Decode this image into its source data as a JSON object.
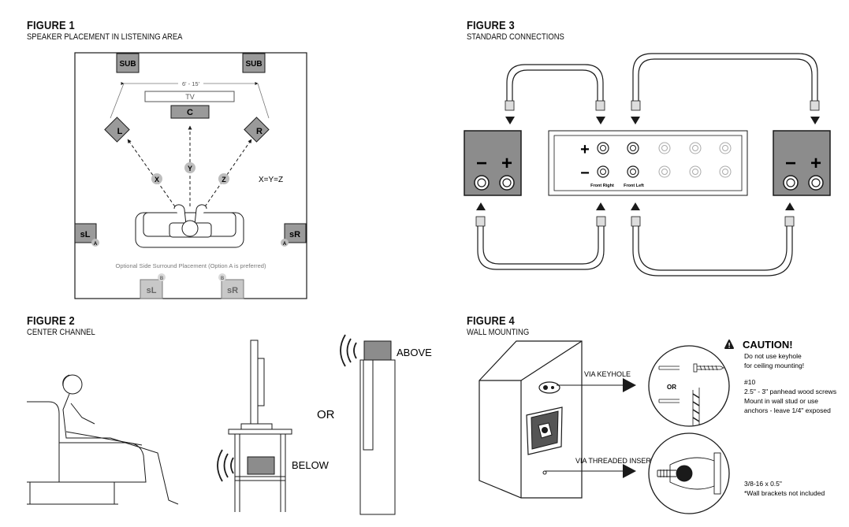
{
  "figure1": {
    "title": "FIGURE 1",
    "subtitle": "SPEAKER PLACEMENT IN LISTENING AREA",
    "sub_left": "SUB",
    "sub_right": "SUB",
    "distance": "6' - 15'",
    "tv": "TV",
    "center": "C",
    "left": "L",
    "right": "R",
    "x": "X",
    "y": "Y",
    "z": "Z",
    "equation": "X=Y=Z",
    "surround_left": "sL",
    "surround_right": "sR",
    "option_a": "A",
    "option_b": "B",
    "optional_note": "Optional Side Surround Placement (Option A is preferred)",
    "alt_surround_left": "sL",
    "alt_surround_right": "sR"
  },
  "figure2": {
    "title": "FIGURE 2",
    "subtitle": "CENTER CHANNEL",
    "above": "ABOVE",
    "or": "OR",
    "below": "BELOW"
  },
  "figure3": {
    "title": "FIGURE 3",
    "subtitle": "STANDARD CONNECTIONS",
    "plus": "+",
    "minus": "−",
    "front_right": "Front Right",
    "front_left": "Front Left"
  },
  "figure4": {
    "title": "FIGURE 4",
    "subtitle": "WALL MOUNTING",
    "via_keyhole": "VIA KEYHOLE",
    "via_threaded": "VIA THREADED INSERT",
    "or": "OR",
    "caution": "CAUTION!",
    "caution_line1": "Do not use keyhole",
    "caution_line2": "for ceiling mounting!",
    "screw_1": "#10",
    "screw_2": "2.5\" - 3\" panhead wood screws",
    "screw_3": "Mount in wall stud or use",
    "screw_4": "anchors - leave 1/4\" exposed",
    "insert_1": "3/8-16 x 0.5\"",
    "insert_2": "*Wall brackets not included"
  },
  "colors": {
    "speaker_fill": "#9a9a9a",
    "speaker_light": "#c8c8c8",
    "panel_fill": "#8c8c8c",
    "line": "#1a1a1a",
    "muted_text": "#7a7a7a"
  }
}
